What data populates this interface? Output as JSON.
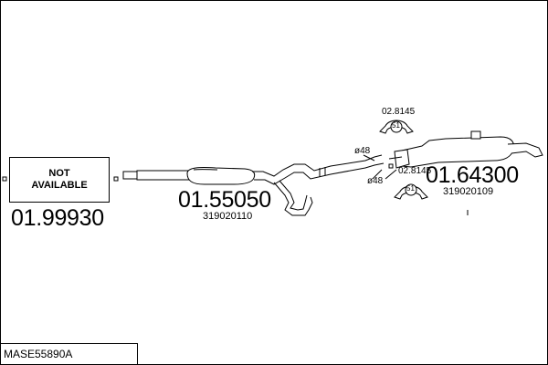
{
  "diagram": {
    "not_available_text": "NOT\nAVAILABLE",
    "model_code": "MASE55890A",
    "parts": [
      {
        "part_no": "01.99930"
      },
      {
        "part_no": "01.55050",
        "oem": "319020110"
      },
      {
        "part_no": "01.64300",
        "oem": "319020109"
      }
    ],
    "fittings": {
      "diameter_top": "ø48",
      "diameter_bottom": "ø48",
      "clamp_top_no": "02.8145",
      "clamp_bottom_no": "02.8145",
      "clamp_size_top": "51",
      "clamp_size_bottom": "51"
    }
  }
}
